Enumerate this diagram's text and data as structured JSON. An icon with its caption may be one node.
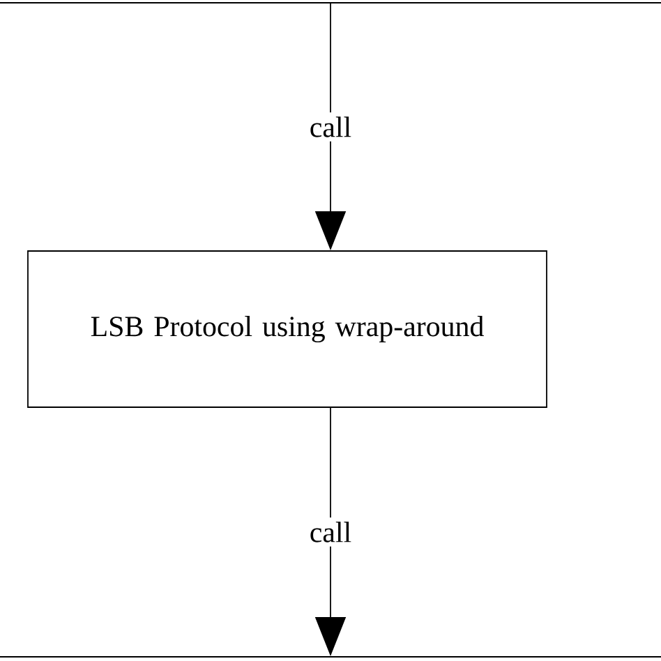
{
  "diagram": {
    "nodes": [
      {
        "text": [],
        "shape": "box"
      },
      {
        "text": [
          "LSB Protocol using wrap-around"
        ]
      },
      {
        "text": [],
        "shape": "box"
      }
    ],
    "edges": [
      {
        "from": 0,
        "to": 1,
        "arrow": "to",
        "label": "call"
      },
      {
        "from": 1,
        "to": 2,
        "arrow": "to",
        "label": "call"
      }
    ]
  }
}
